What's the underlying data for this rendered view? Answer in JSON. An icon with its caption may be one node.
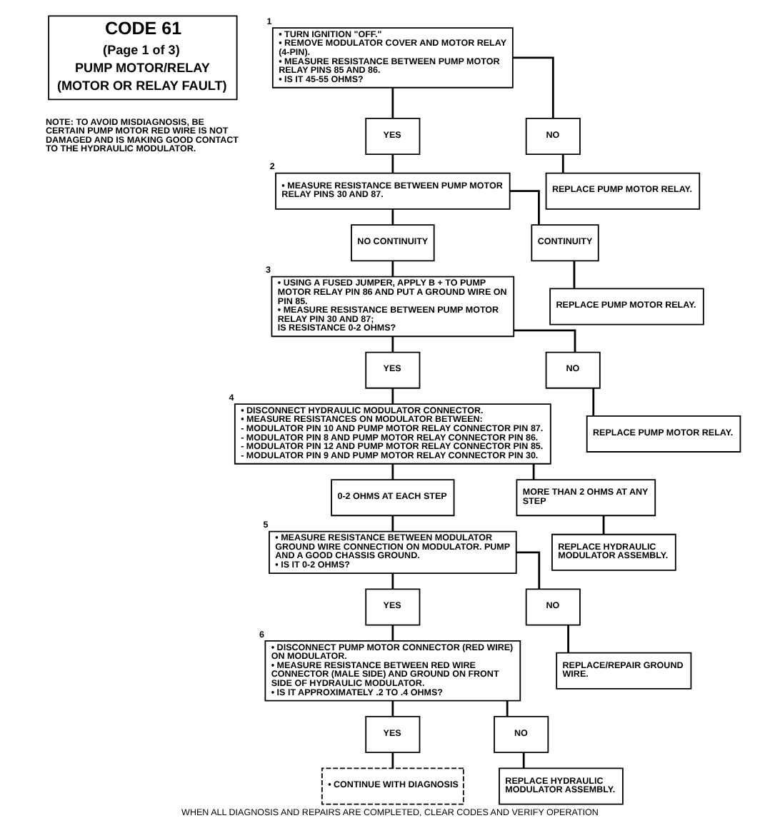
{
  "diagram": {
    "caption": "WHEN ALL DIAGNOSIS AND REPAIRS ARE COMPLETED, CLEAR CODES AND VERIFY OPERATION",
    "nodes": [
      {
        "text": [
          "CODE 61",
          "(Page 1 of 3)",
          "PUMP MOTOR/RELAY",
          "(MOTOR OR RELAY FAULT)"
        ]
      },
      {
        "text": [
          "• TURN IGNITION \"OFF.\"",
          "• REMOVE MODULATOR COVER AND MOTOR RELAY (4-PIN).",
          "• MEASURE RESISTANCE BETWEEN PUMP MOTOR RELAY PINS 85 AND 86.",
          "• IS IT 45-55 OHMS?"
        ],
        "beside": [
          "1"
        ]
      },
      {
        "text": [
          "YES"
        ]
      },
      {
        "text": [
          "NO"
        ]
      },
      {
        "text": [
          "• MEASURE RESISTANCE BETWEEN PUMP MOTOR RELAY PINS 30 AND 87."
        ],
        "beside": [
          "2"
        ]
      },
      {
        "text": [
          "REPLACE PUMP MOTOR RELAY."
        ]
      },
      {
        "text": [
          "NO CONTINUITY"
        ]
      },
      {
        "text": [
          "CONTINUITY"
        ]
      },
      {
        "text": [
          "• USING A FUSED JUMPER, APPLY B + TO PUMP MOTOR RELAY PIN 86 AND PUT A GROUND WIRE ON PIN 85.",
          "• MEASURE RESISTANCE BETWEEN PUMP MOTOR RELAY PIN 30 AND 87;",
          "IS RESISTANCE 0-2 OHMS?"
        ],
        "beside": [
          "3"
        ]
      },
      {
        "text": [
          "REPLACE PUMP MOTOR RELAY."
        ]
      },
      {
        "text": [
          "YES"
        ]
      },
      {
        "text": [
          "NO"
        ]
      },
      {
        "text": [
          "• DISCONNECT HYDRAULIC MODULATOR CONNECTOR.",
          "• MEASURE RESISTANCES ON MODULATOR BETWEEN:",
          "- MODULATOR PIN 10 AND PUMP MOTOR RELAY CONNECTOR PIN 87.",
          "- MODULATOR PIN 8 AND PUMP MOTOR RELAY CONNECTOR PIN 86.",
          "- MODULATOR PIN 12 AND PUMP MOTOR RELAY CONNECTOR PIN 85.",
          "- MODULATOR PIN 9 AND PUMP MOTOR RELAY CONNECTOR PIN 30."
        ],
        "beside": [
          "4"
        ]
      },
      {
        "text": [
          "REPLACE PUMP MOTOR RELAY."
        ]
      },
      {
        "text": [
          "0-2 OHMS AT EACH STEP"
        ]
      },
      {
        "text": [
          "MORE THAN 2 OHMS AT ANY STEP"
        ]
      },
      {
        "text": [
          "• MEASURE RESISTANCE BETWEEN MODULATOR GROUND WIRE CONNECTION ON MODULATOR. PUMP AND A GOOD CHASSIS GROUND.",
          "• IS IT 0-2 OHMS?"
        ],
        "beside": [
          "5"
        ]
      },
      {
        "text": [
          "REPLACE HYDRAULIC MODULATOR ASSEMBLY."
        ]
      },
      {
        "text": [
          "YES"
        ]
      },
      {
        "text": [
          "NO"
        ]
      },
      {
        "text": [
          "• DISCONNECT PUMP MOTOR CONNECTOR (RED WIRE) ON MODULATOR.",
          "• MEASURE RESISTANCE BETWEEN RED WIRE CONNECTOR (MALE SIDE) AND GROUND ON FRONT SIDE OF HYDRAULIC MODULATOR.",
          "• IS IT APPROXIMATELY .2 TO .4 OHMS?"
        ],
        "beside": [
          "6"
        ]
      },
      {
        "text": [
          "REPLACE/REPAIR GROUND WIRE."
        ]
      },
      {
        "text": [
          "YES"
        ]
      },
      {
        "text": [
          "NO"
        ]
      },
      {
        "text": [
          "• CONTINUE WITH DIAGNOSIS"
        ]
      },
      {
        "text": [
          "REPLACE HYDRAULIC MODULATOR ASSEMBLY."
        ]
      }
    ],
    "edges": [
      {
        "from": 1,
        "to": 2,
        "arrow": "none"
      },
      {
        "from": 1,
        "to": 3,
        "arrow": "none"
      },
      {
        "from": 2,
        "to": 4,
        "arrow": "none"
      },
      {
        "from": 3,
        "to": 5,
        "arrow": "none"
      },
      {
        "from": 4,
        "to": 6,
        "arrow": "none"
      },
      {
        "from": 4,
        "to": 7,
        "arrow": "none"
      },
      {
        "from": 6,
        "to": 8,
        "arrow": "none"
      },
      {
        "from": 7,
        "to": 9,
        "arrow": "none"
      },
      {
        "from": 8,
        "to": 10,
        "arrow": "none"
      },
      {
        "from": 8,
        "to": 11,
        "arrow": "none"
      },
      {
        "from": 10,
        "to": 12,
        "arrow": "none"
      },
      {
        "from": 11,
        "to": 13,
        "arrow": "none"
      },
      {
        "from": 12,
        "to": 14,
        "arrow": "none"
      },
      {
        "from": 12,
        "to": 15,
        "arrow": "none"
      },
      {
        "from": 14,
        "to": 16,
        "arrow": "none"
      },
      {
        "from": 15,
        "to": 17,
        "arrow": "none"
      },
      {
        "from": 16,
        "to": 18,
        "arrow": "none"
      },
      {
        "from": 16,
        "to": 19,
        "arrow": "none"
      },
      {
        "from": 18,
        "to": 20,
        "arrow": "none"
      },
      {
        "from": 19,
        "to": 21,
        "arrow": "none"
      },
      {
        "from": 20,
        "to": 22,
        "arrow": "none"
      },
      {
        "from": 20,
        "to": 23,
        "arrow": "none"
      },
      {
        "from": 22,
        "to": 24,
        "arrow": "none"
      },
      {
        "from": 23,
        "to": 25,
        "arrow": "none"
      }
    ],
    "labels": [
      "NOTE: TO AVOID MISDIAGNOSIS, BE CERTAIN PUMP MOTOR RED WIRE IS NOT DAMAGED AND IS MAKING GOOD CONTACT TO THE HYDRAULIC MODULATOR."
    ]
  }
}
